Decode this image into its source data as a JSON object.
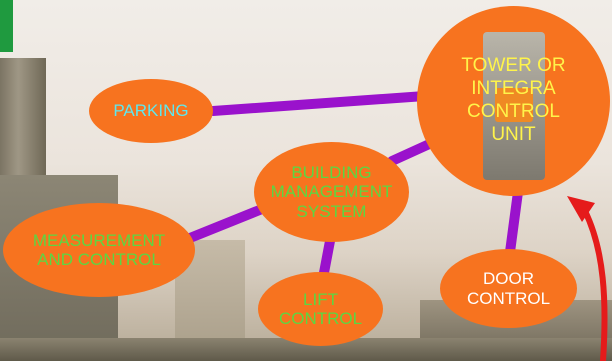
{
  "diagram": {
    "nodes": {
      "parking": {
        "label": "PARKING"
      },
      "tower": {
        "label": "TOWER OR\nINTEGRA\nCONTROL\nUNIT"
      },
      "bms": {
        "label": "BUILDING\nMANAGEMENT\nSYSTEM"
      },
      "measurement": {
        "label": "MEASUREMENT\nAND CONTROL"
      },
      "lift": {
        "label": "LIFT\nCONTROL"
      },
      "door": {
        "label": "DOOR\nCONTROL"
      }
    },
    "edges": [
      {
        "from": "parking",
        "to": "tower"
      },
      {
        "from": "bms",
        "to": "tower"
      },
      {
        "from": "bms",
        "to": "measurement"
      },
      {
        "from": "bms",
        "to": "lift"
      },
      {
        "from": "tower",
        "to": "door"
      },
      {
        "from": "door",
        "to": "tower",
        "style": "arrow"
      }
    ],
    "colors": {
      "node_fill": "#f7731f",
      "connector": "#9a12cc",
      "arrow": "#e51b1b",
      "accent_green": "#1f9a3f",
      "label_cyan": "#5ee7ee",
      "label_yellow": "#fff44a",
      "label_green": "#5bd743",
      "label_white": "#ffffff"
    }
  }
}
